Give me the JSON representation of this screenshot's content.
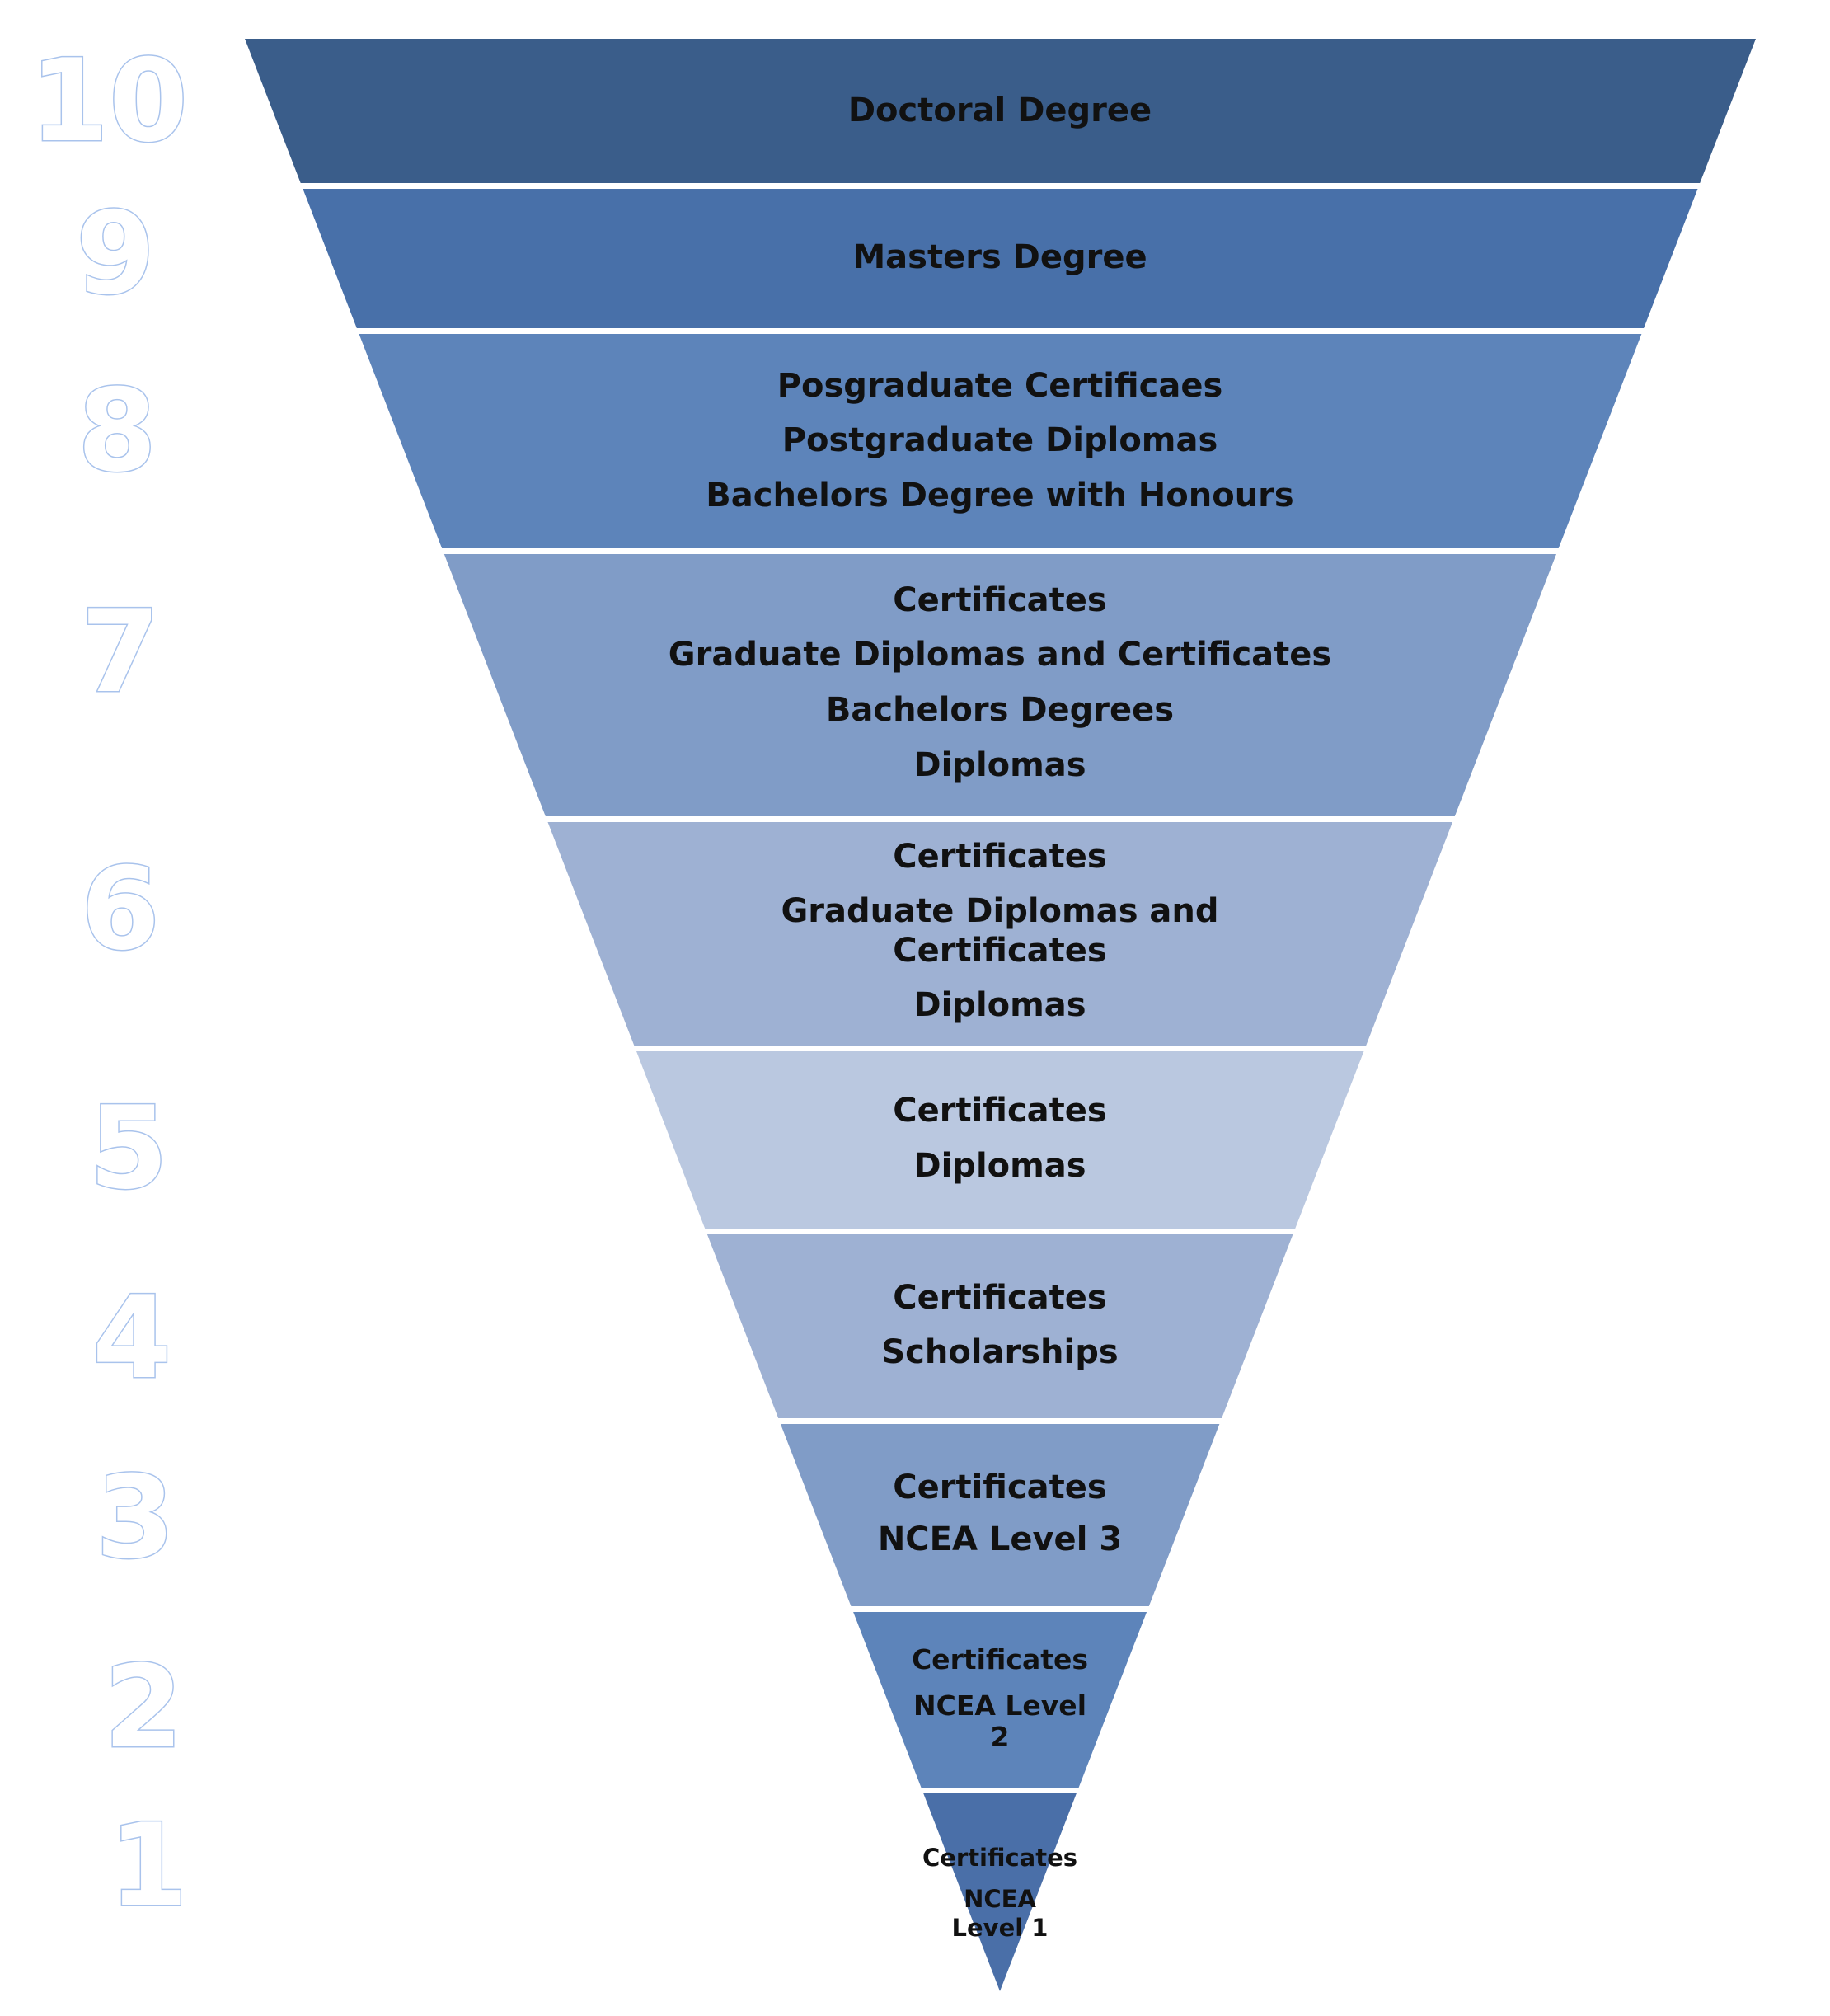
{
  "tiers": [
    {
      "level": "10",
      "color": "#3a5d8a",
      "lines": [
        "Doctoral Degree"
      ]
    },
    {
      "level": "9",
      "color": "#4870a9",
      "lines": [
        "Masters Degree"
      ]
    },
    {
      "level": "8",
      "color": "#5d84ba",
      "lines": [
        "Posgraduate Certificaes",
        "Postgraduate Diplomas",
        "Bachelors Degree with Honours"
      ]
    },
    {
      "level": "7",
      "color": "#809cc7",
      "lines": [
        "Certificates",
        "Graduate Diplomas and Certificates",
        "Bachelors Degrees",
        "Diplomas"
      ]
    },
    {
      "level": "6",
      "color": "#9eb1d3",
      "lines": [
        "Certificates",
        "Graduate Diplomas and",
        "Certificates",
        "Diplomas"
      ]
    },
    {
      "level": "5",
      "color": "#bac8e0",
      "lines": [
        "Certificates",
        "Diplomas"
      ]
    },
    {
      "level": "4",
      "color": "#9eb1d3",
      "lines": [
        "Certificates",
        "Scholarships"
      ]
    },
    {
      "level": "3",
      "color": "#809cc7",
      "lines": [
        "Certificates",
        "NCEA Level 3"
      ]
    },
    {
      "level": "2",
      "color": "#5d84ba",
      "lines": [
        "Certificates",
        "NCEA Level",
        "2"
      ]
    },
    {
      "level": "1",
      "color": "#4a6fa8",
      "lines": [
        "Certificates",
        "NCEA",
        "Level 1"
      ]
    }
  ]
}
